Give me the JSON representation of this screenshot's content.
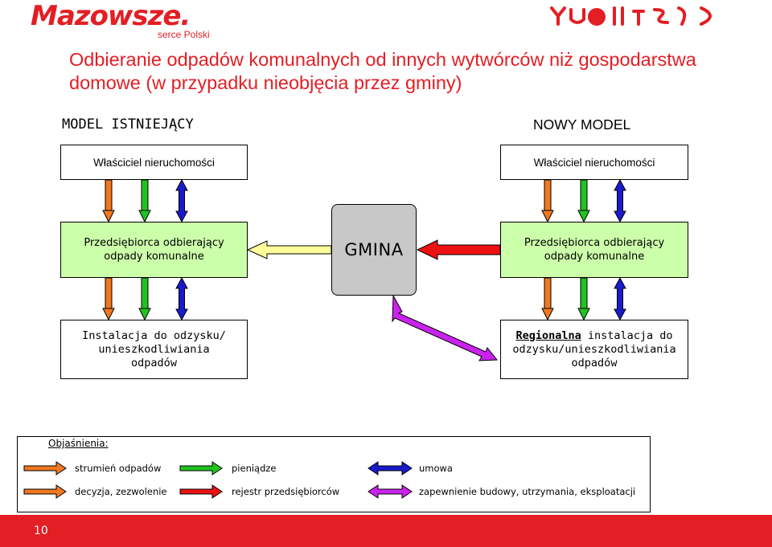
{
  "header": {
    "logo_text": "Mazowsze.",
    "logo_subtitle": "serce Polski",
    "slogan_glyphs": "ʏᴗɵɪᴅᶘƆ"
  },
  "title": "Odbieranie odpadów komunalnych od innych wytwórców niż gospodarstwa domowe (w przypadku nieobjęcia przez gminy)",
  "left_model": {
    "label": "MODEL  ISTNIEJĄCY",
    "owner": "Właściciel nieruchomości",
    "collector": "Przedsiębiorca odbierający odpady komunalne",
    "facility": "Instalacja do odzysku/ unieszkodliwiania odpadów"
  },
  "right_model": {
    "label": "NOWY MODEL",
    "owner": "Właściciel nieruchomości",
    "collector": "Przedsiębiorca odbierający odpady komunalne",
    "facility_bold": "Regionalna",
    "facility_rest": " instalacja do odzysku/unieszkodliwiania odpadów"
  },
  "center": {
    "label": "GMINA"
  },
  "legend": {
    "heading": "Objaśnienia:",
    "items": [
      {
        "label": "strumień odpadów",
        "color": "#f07820",
        "icon": "orange-arrow"
      },
      {
        "label": "pieniądze",
        "color": "#1fc41f",
        "icon": "green-arrow"
      },
      {
        "label": "umowa",
        "color": "#1a1acc",
        "icon": "blue-double-arrow"
      },
      {
        "label": "decyzja, zezwolenie",
        "color": "#f07820",
        "icon": "orange-arrow"
      },
      {
        "label": "rejestr przedsiębiorców",
        "color": "#ee1111",
        "icon": "red-arrow"
      },
      {
        "label": "zapewnienie budowy, utrzymania, eksploatacji",
        "color": "#cc22ee",
        "icon": "purple-double-arrow"
      }
    ]
  },
  "footer": {
    "page_number": "10",
    "color": "#e31e24"
  }
}
